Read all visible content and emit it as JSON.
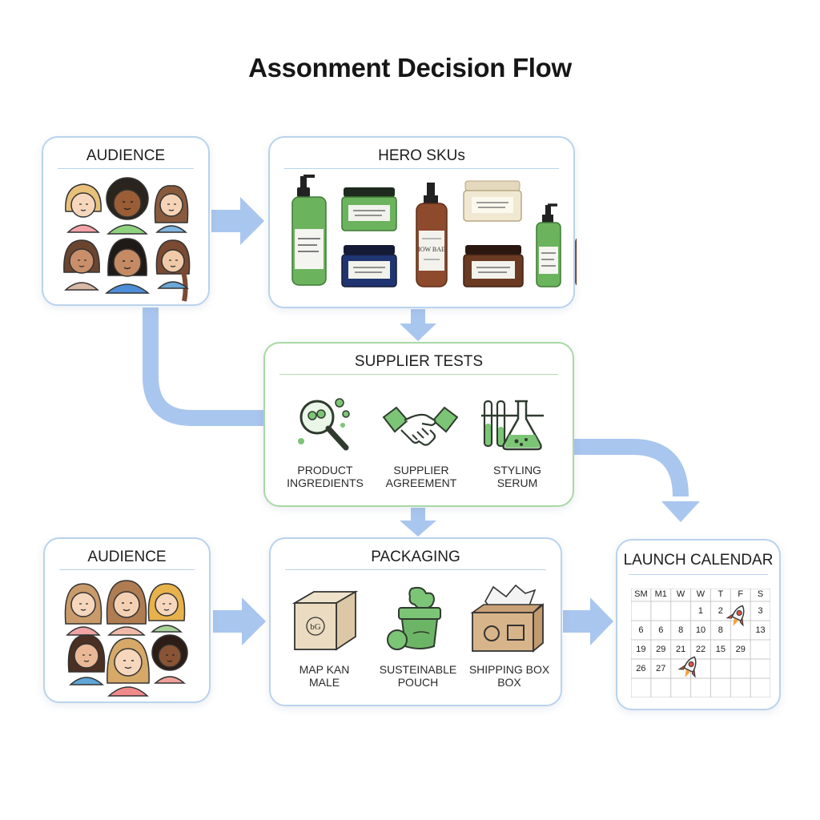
{
  "title": "Assonment Decision Flow",
  "audience_top": {
    "label": "AUDIENCE"
  },
  "hero_skus": {
    "label": "HERO SKUs",
    "product_labels": [
      "IOW BAE"
    ]
  },
  "supplier_tests": {
    "label": "SUPPLIER TESTS",
    "items": [
      {
        "line1": "PRODUCT",
        "line2": "INGREDIENTS",
        "icon": "magnifier-icon"
      },
      {
        "line1": "SUPPLIER",
        "line2": "AGREEMENT",
        "icon": "handshake-icon"
      },
      {
        "line1": "STYLING",
        "line2": "SERUM",
        "icon": "flask-icon"
      }
    ]
  },
  "audience_bottom": {
    "label": "AUDIENCE"
  },
  "packaging": {
    "label": "PACKAGING",
    "items": [
      {
        "line1": "MAP KAN",
        "line2": "MALE",
        "icon": "box-icon",
        "mark": "bG"
      },
      {
        "line1": "SUSTEINABLE",
        "line2": "POUCH",
        "icon": "pouch-icon"
      },
      {
        "line1": "SHIPPING BOX",
        "line2": "BOX",
        "icon": "shipping-box-icon"
      }
    ]
  },
  "launch_calendar": {
    "label": "LAUNCH CALENDAR",
    "days": [
      "SM",
      "M1",
      "W",
      "W",
      "T",
      "F",
      "S"
    ],
    "rows": [
      [
        "",
        "",
        "",
        "1",
        "2",
        "",
        "3"
      ],
      [
        "6",
        "6",
        "8",
        "10",
        "8",
        "",
        "13"
      ],
      [
        "19",
        "29",
        "21",
        "22",
        "15",
        "29",
        ""
      ],
      [
        "26",
        "27",
        "",
        "",
        "",
        "",
        ""
      ],
      [
        "",
        "",
        "",
        "",
        "",
        "",
        ""
      ]
    ],
    "launch_markers": [
      "rocket-icon",
      "rocket-icon"
    ]
  },
  "colors": {
    "box_border": "#b9d3ec",
    "green_border": "#a9d8a4",
    "arrow": "#a9c6ee",
    "icon_green": "#7cc576",
    "icon_dark": "#2f3b2f"
  }
}
